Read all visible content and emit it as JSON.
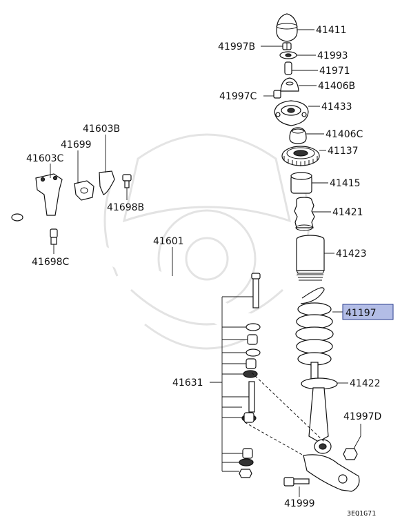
{
  "diagram": {
    "drawing_code": "3EQ1G71",
    "highlight_color": "#b3bde6",
    "parts": [
      {
        "id": "p41411",
        "label": "41411"
      },
      {
        "id": "p41997B",
        "label": "41997B"
      },
      {
        "id": "p41993",
        "label": "41993"
      },
      {
        "id": "p41971",
        "label": "41971"
      },
      {
        "id": "p41406B",
        "label": "41406B"
      },
      {
        "id": "p41997C",
        "label": "41997C"
      },
      {
        "id": "p41433",
        "label": "41433"
      },
      {
        "id": "p41406C",
        "label": "41406C"
      },
      {
        "id": "p41137",
        "label": "41137"
      },
      {
        "id": "p41415",
        "label": "41415"
      },
      {
        "id": "p41421",
        "label": "41421"
      },
      {
        "id": "p41423",
        "label": "41423"
      },
      {
        "id": "p41197",
        "label": "41197",
        "highlighted": true
      },
      {
        "id": "p41422",
        "label": "41422"
      },
      {
        "id": "p41997D",
        "label": "41997D"
      },
      {
        "id": "p41999",
        "label": "41999"
      },
      {
        "id": "p41603B",
        "label": "41603B"
      },
      {
        "id": "p41699",
        "label": "41699"
      },
      {
        "id": "p41603C",
        "label": "41603C"
      },
      {
        "id": "p41698B",
        "label": "41698B"
      },
      {
        "id": "p41698C",
        "label": "41698C"
      },
      {
        "id": "p41601",
        "label": "41601"
      },
      {
        "id": "p41631",
        "label": "41631"
      }
    ]
  }
}
